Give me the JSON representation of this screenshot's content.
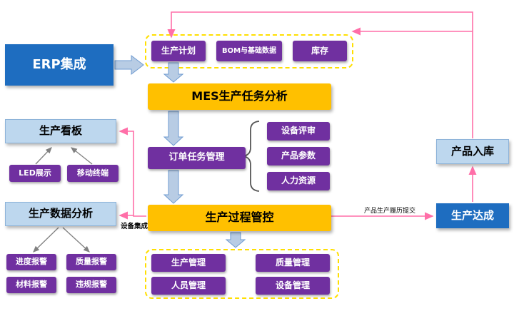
{
  "diagram": {
    "nodes": {
      "erp": {
        "label": "ERP集成"
      },
      "production_plan": {
        "label": "生产计划"
      },
      "bom_data": {
        "label": "BOM与基础数据"
      },
      "inventory": {
        "label": "库存"
      },
      "mes_task_analysis": {
        "label": "MES生产任务分析"
      },
      "order_task_mgmt": {
        "label": "订单任务管理"
      },
      "equipment_review": {
        "label": "设备评审"
      },
      "product_params": {
        "label": "产品参数"
      },
      "human_resources": {
        "label": "人力资源"
      },
      "process_control": {
        "label": "生产过程管控"
      },
      "production_mgmt": {
        "label": "生产管理"
      },
      "quality_mgmt": {
        "label": "质量管理"
      },
      "personnel_mgmt": {
        "label": "人员管理"
      },
      "equipment_mgmt": {
        "label": "设备管理"
      },
      "kanban": {
        "label": "生产看板"
      },
      "led_display": {
        "label": "LED展示"
      },
      "mobile_terminal": {
        "label": "移动终端"
      },
      "data_analysis": {
        "label": "生产数据分析"
      },
      "progress_alarm": {
        "label": "进度报警"
      },
      "quality_alarm": {
        "label": "质量报警"
      },
      "material_alarm": {
        "label": "材料报警"
      },
      "violation_alarm": {
        "label": "违规报警"
      },
      "product_warehousing": {
        "label": "产品入库"
      },
      "production_achievement": {
        "label": "生产达成"
      }
    },
    "edge_labels": {
      "history_submit": "产品生产履历提交",
      "equipment_integration": "设备集成"
    },
    "colors": {
      "dark_blue": "#1e6dc0",
      "light_blue_fill": "#bdd7ee",
      "gold": "#ffc000",
      "purple": "#7030a0",
      "dashed_yellow": "#ffdf00",
      "pink_arrow": "#ff6fa8",
      "block_arrow_fill": "#b8cce4",
      "gray_arrow": "#808080"
    }
  }
}
